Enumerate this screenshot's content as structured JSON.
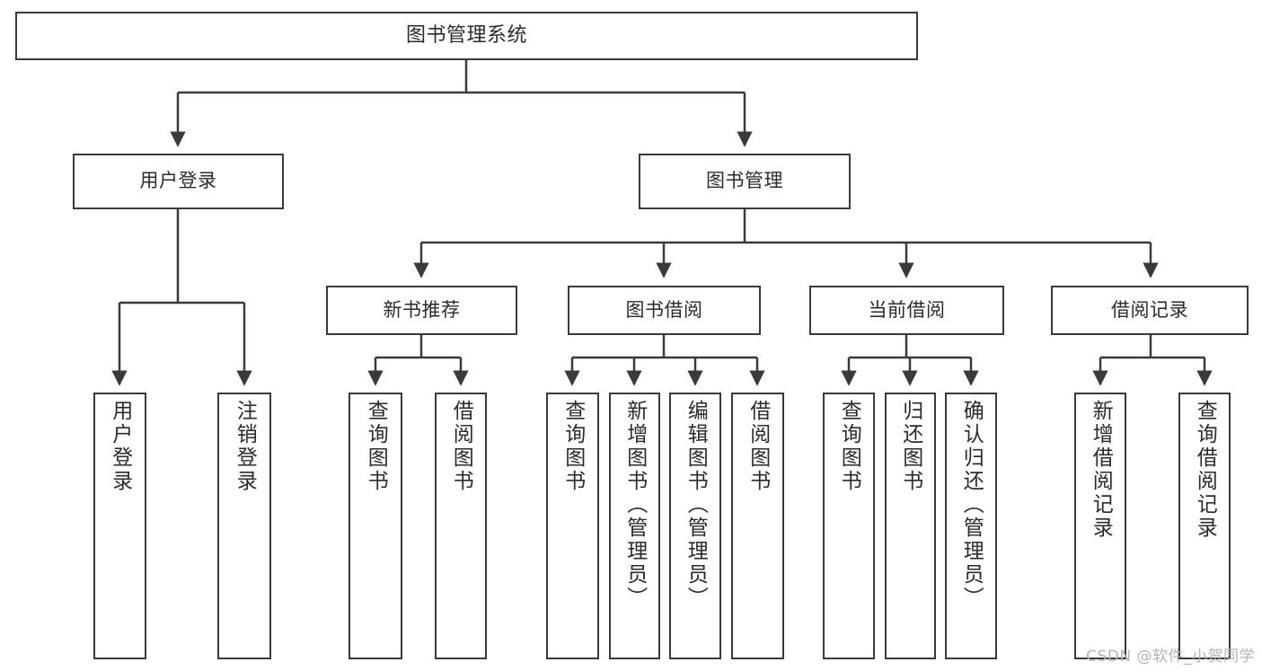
{
  "diagram": {
    "title": "图书管理系统",
    "watermark": "CSDN @软件_小贺同学",
    "colors": {
      "stroke": "#3a3a3a",
      "fill": "#ffffff",
      "text": "#2b2b2b",
      "watermark": "#b4b4b4"
    },
    "root": {
      "label": "图书管理系统"
    },
    "level1": [
      {
        "label": "用户登录"
      },
      {
        "label": "图书管理"
      }
    ],
    "level2": [
      {
        "label": "新书推荐"
      },
      {
        "label": "图书借阅"
      },
      {
        "label": "当前借阅"
      },
      {
        "label": "借阅记录"
      }
    ],
    "leaves": {
      "user_login": [
        {
          "label": "用户登录"
        },
        {
          "label": "注销登录"
        }
      ],
      "new_book": [
        {
          "label": "查询图书"
        },
        {
          "label": "借阅图书"
        }
      ],
      "book_borrow": [
        {
          "label": "查询图书"
        },
        {
          "label": "新增图书（管理员）"
        },
        {
          "label": "编辑图书（管理员）"
        },
        {
          "label": "借阅图书"
        }
      ],
      "current_borrow": [
        {
          "label": "查询图书"
        },
        {
          "label": "归还图书"
        },
        {
          "label": "确认归还（管理员）"
        }
      ],
      "borrow_record": [
        {
          "label": "新增借阅记录"
        },
        {
          "label": "查询借阅记录"
        }
      ]
    }
  }
}
